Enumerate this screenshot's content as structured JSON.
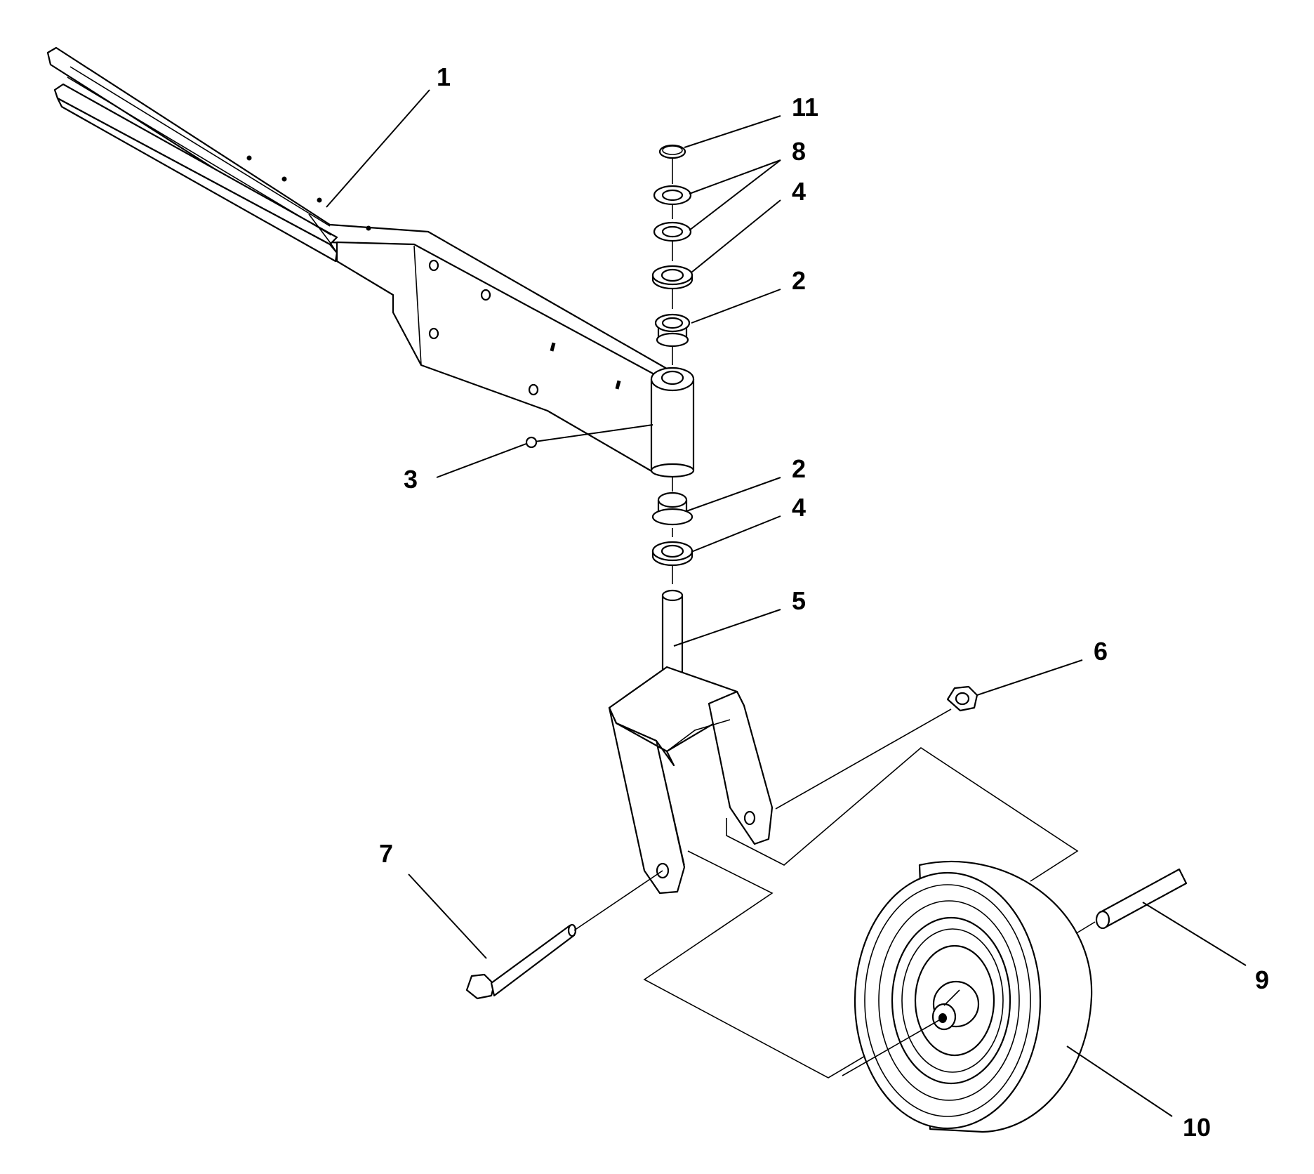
{
  "callouts": {
    "c1": "1",
    "c11": "11",
    "c8": "8",
    "c4_top": "4",
    "c2_top": "2",
    "c3": "3",
    "c2_bottom": "2",
    "c4_bottom": "4",
    "c5": "5",
    "c6": "6",
    "c7": "7",
    "c9": "9",
    "c10": "10"
  },
  "icons": {
    "arm": "caster-arm",
    "pivot": "pivot-tube",
    "fork": "caster-fork",
    "wheel": "caster-wheel",
    "bolt": "hex-bolt",
    "nut": "hex-nut",
    "spacer": "axle-spacer"
  },
  "colors": {
    "line": "#000000",
    "background": "#ffffff"
  }
}
